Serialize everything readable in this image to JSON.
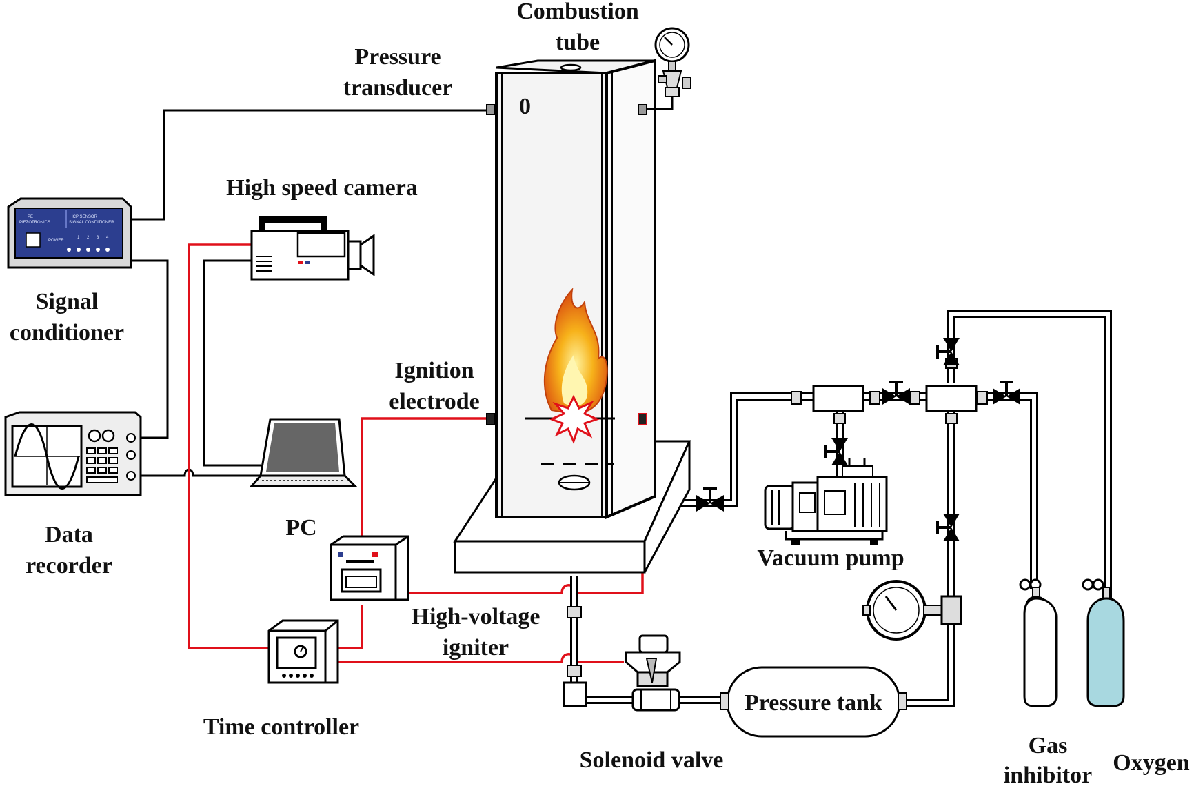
{
  "diagram": {
    "labels": {
      "combustion_tube": [
        "Combustion",
        "tube"
      ],
      "pressure_transducer": [
        "Pressure",
        "transducer"
      ],
      "high_speed_camera": "High speed camera",
      "signal_conditioner": [
        "Signal",
        "conditioner"
      ],
      "data_recorder": [
        "Data",
        "recorder"
      ],
      "pc": "PC",
      "ignition_electrode": [
        "Ignition",
        "electrode"
      ],
      "high_voltage_igniter": [
        "High-voltage",
        "igniter"
      ],
      "time_controller": "Time controller",
      "solenoid_valve": "Solenoid valve",
      "pressure_tank": "Pressure tank",
      "vacuum_pump": "Vacuum pump",
      "gas_inhibitor": [
        "Gas",
        "inhibitor"
      ],
      "oxygen": "Oxygen"
    },
    "device_text": {
      "signal_conditioner_brand": [
        "PE",
        "PIEZOTRONICS"
      ],
      "signal_conditioner_model": [
        "ICP SENSOR",
        "SIGNAL CONDITIONER"
      ],
      "signal_conditioner_power": "POWER",
      "signal_conditioner_channels": [
        "1",
        "2",
        "3",
        "4"
      ]
    },
    "colors": {
      "signal_wire": "#000000",
      "power_wire": "#e0101a",
      "oxygen_cylinder": "#a8d8e0",
      "flame": "#f39a12",
      "conditioner_panel": "#2c3e8f"
    }
  }
}
